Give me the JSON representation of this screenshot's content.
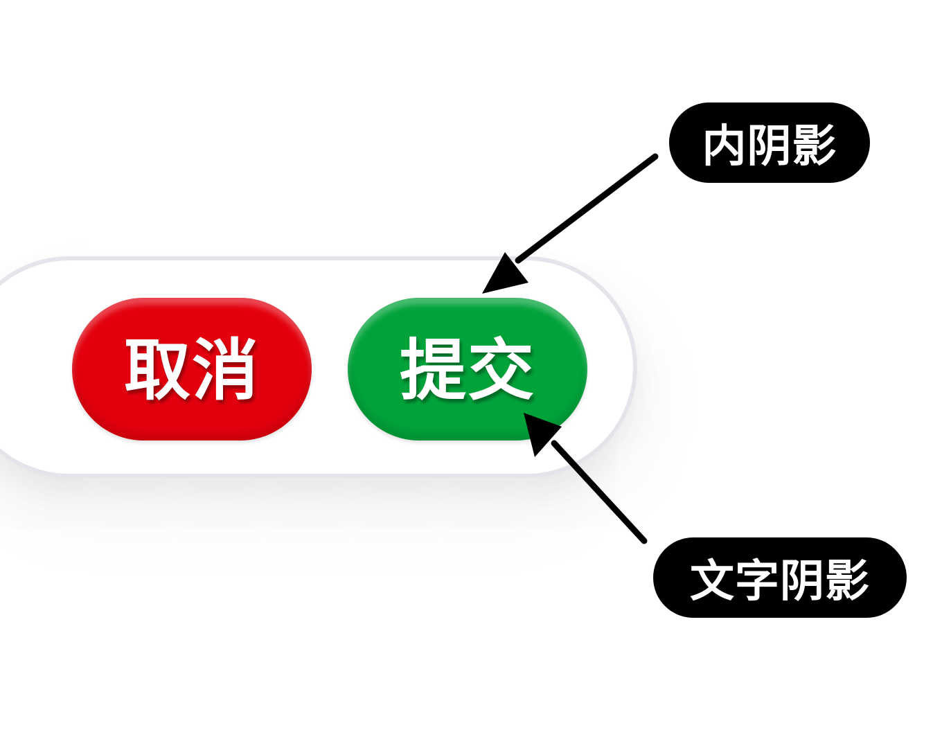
{
  "buttons": {
    "cancel_label": "取消",
    "submit_label": "提交",
    "cancel_color": "#e3000e",
    "submit_color": "#00a33a"
  },
  "annotations": {
    "inner_shadow_label": "内阴影",
    "text_shadow_label": "文字阴影"
  }
}
